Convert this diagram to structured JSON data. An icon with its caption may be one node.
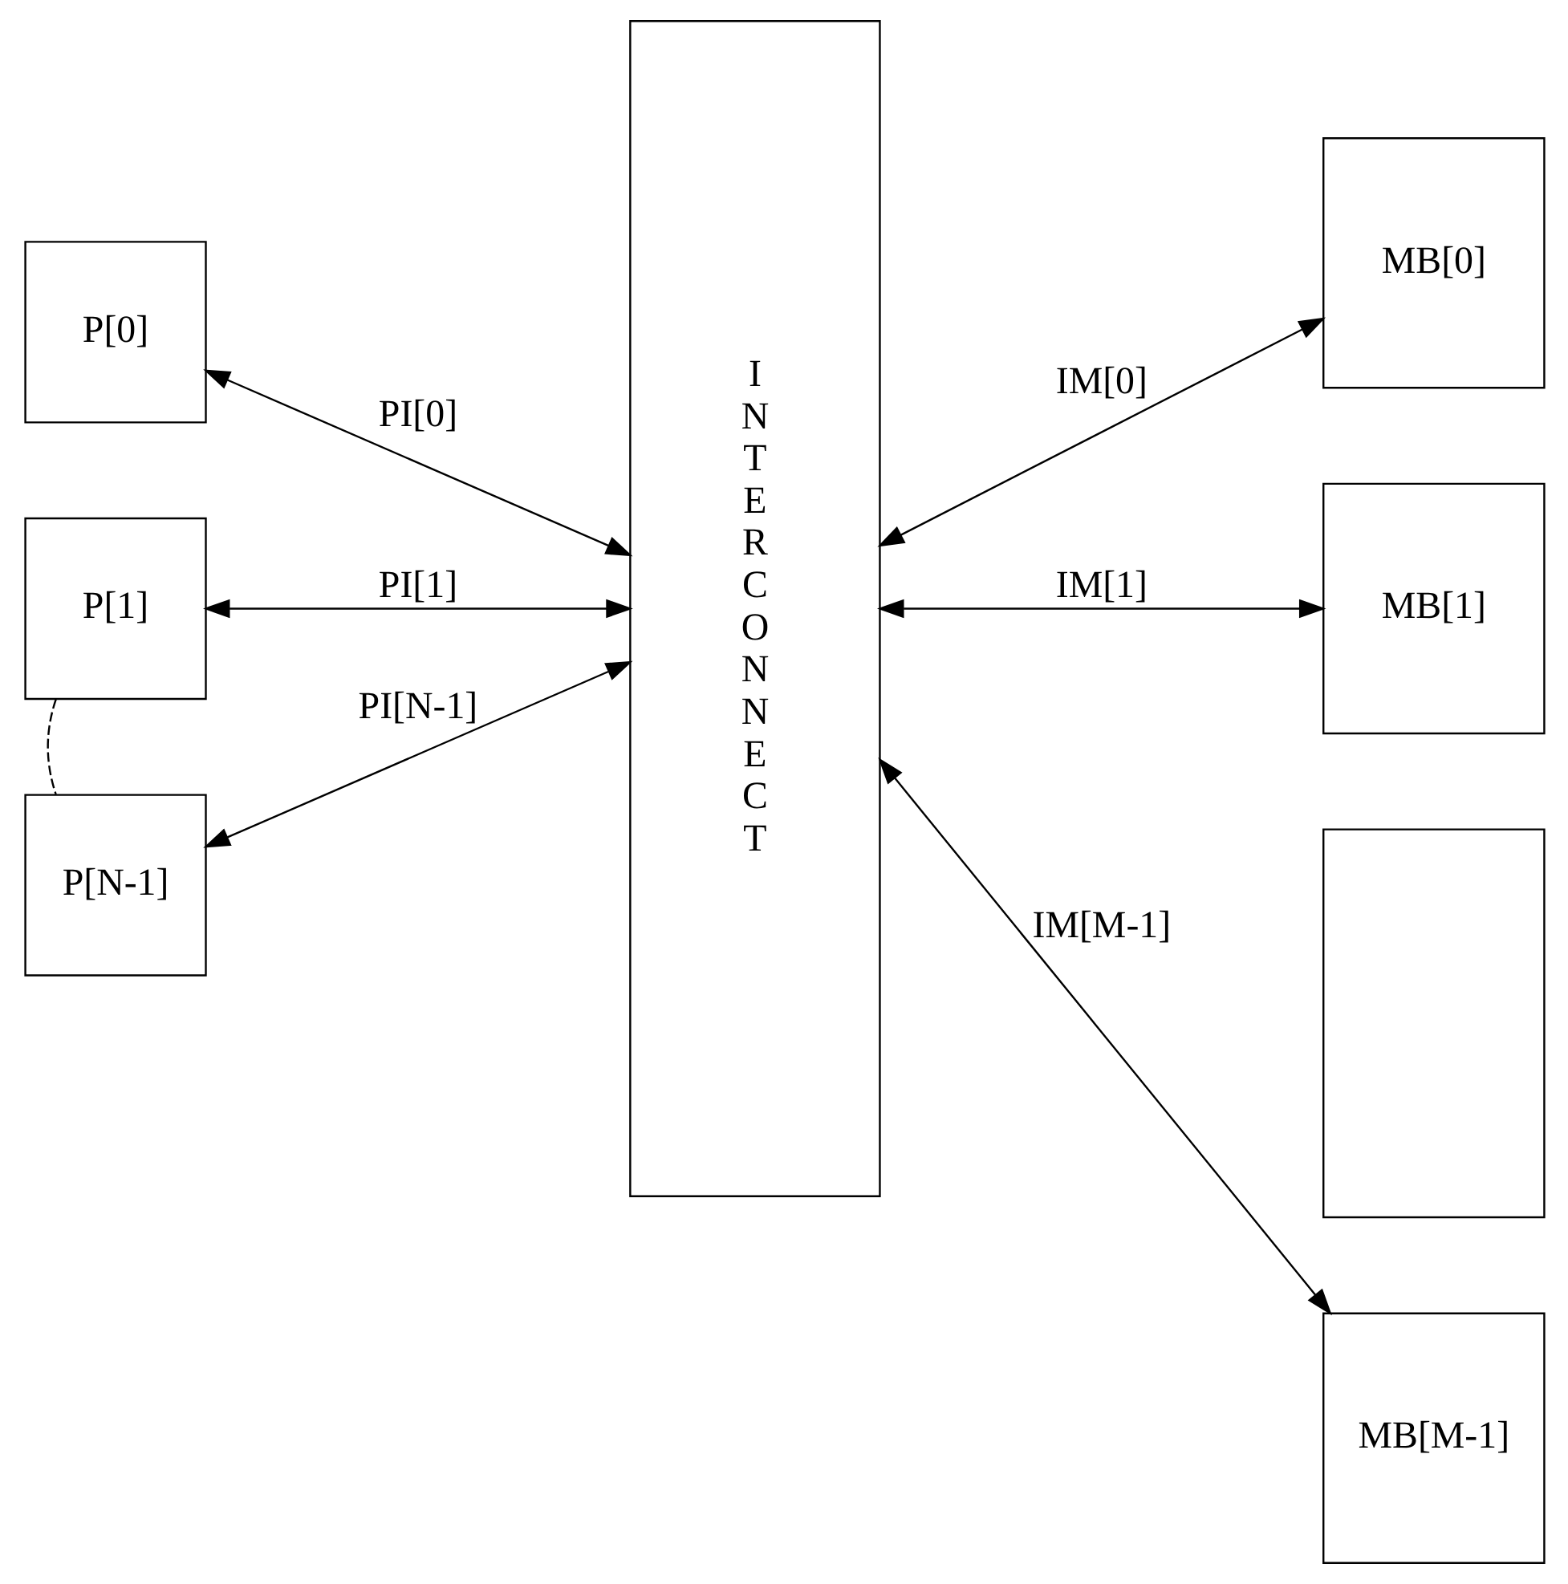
{
  "diagram": {
    "nodes": [
      {
        "text": [
          "P[0]"
        ]
      },
      {
        "text": [
          "P[1]"
        ]
      },
      {
        "text": [
          "P[N-1]"
        ]
      },
      {
        "text": [
          "I N T E R C O N N E C T"
        ]
      },
      {
        "text": [
          "MB[0]"
        ]
      },
      {
        "text": [
          "MB[1]"
        ]
      },
      {
        "text": [],
        "shape": "box"
      },
      {
        "text": [
          "MB[M-1]"
        ]
      }
    ],
    "edges": [
      {
        "from": 0,
        "to": 3,
        "arrow": "both",
        "label": "PI[0]"
      },
      {
        "from": 1,
        "to": 3,
        "arrow": "both",
        "label": "PI[1]"
      },
      {
        "from": 2,
        "to": 3,
        "arrow": "both",
        "label": "PI[N-1]"
      },
      {
        "from": 3,
        "to": 4,
        "arrow": "both",
        "label": "IM[0]"
      },
      {
        "from": 3,
        "to": 5,
        "arrow": "both",
        "label": "IM[1]"
      },
      {
        "from": 3,
        "to": 7,
        "arrow": "both",
        "label": "IM[M-1]"
      },
      {
        "from": 1,
        "to": 2,
        "arrow": "none",
        "style": "dashed"
      }
    ]
  }
}
